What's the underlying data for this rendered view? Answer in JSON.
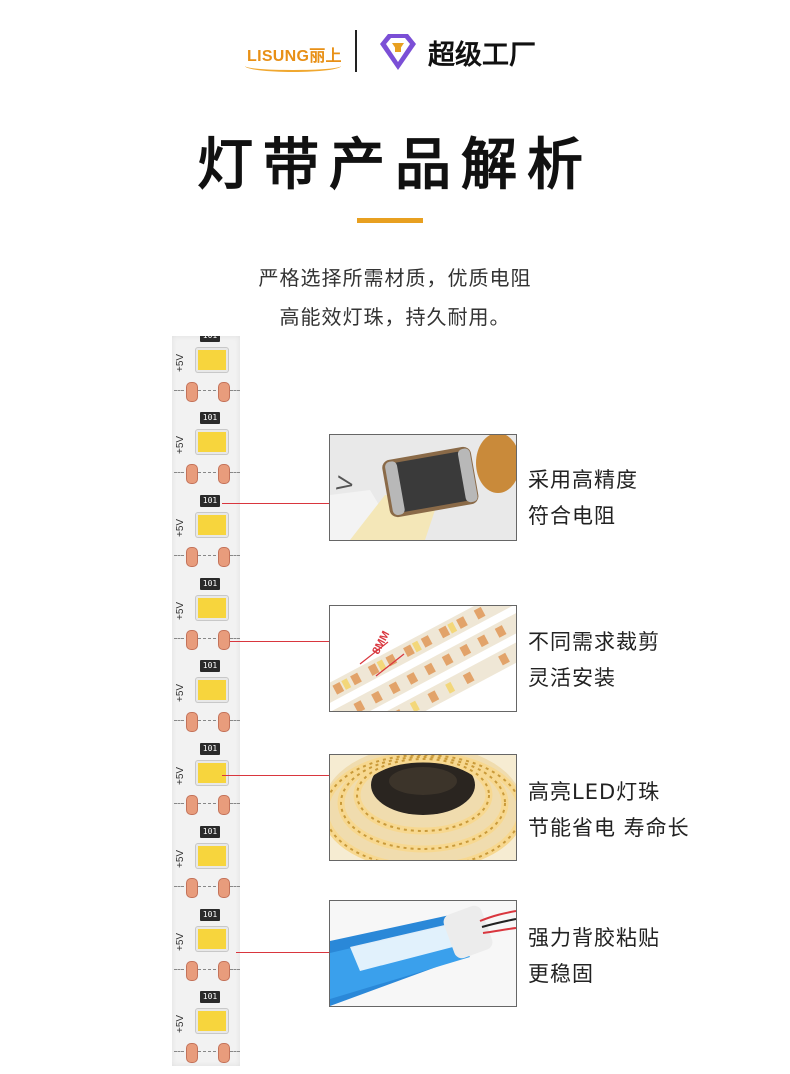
{
  "header": {
    "brand_left": "LISUNG丽上",
    "brand_right": "超级工厂"
  },
  "title": "灯带产品解析",
  "subtitle": {
    "line1": "严格选择所需材质，优质电阻",
    "line2": "高能效灯珠，持久耐用。"
  },
  "strip": {
    "resistor_code": "101",
    "voltage_label": "+5V"
  },
  "photos": {
    "strip_zoom_label": "8MM"
  },
  "features": [
    {
      "line1": "采用高精度",
      "line2": "符合电阻"
    },
    {
      "line1": "不同需求裁剪",
      "line2": "灵活安装"
    },
    {
      "line1": "高亮LED灯珠",
      "line2": "节能省电 寿命长"
    },
    {
      "line1": "强力背胶粘贴",
      "line2": "更稳固"
    }
  ],
  "colors": {
    "accent": "#e8a020",
    "leader_line": "#d9363e",
    "led_chip": "#f7d53d",
    "solder_pad": "#e89c7c"
  }
}
